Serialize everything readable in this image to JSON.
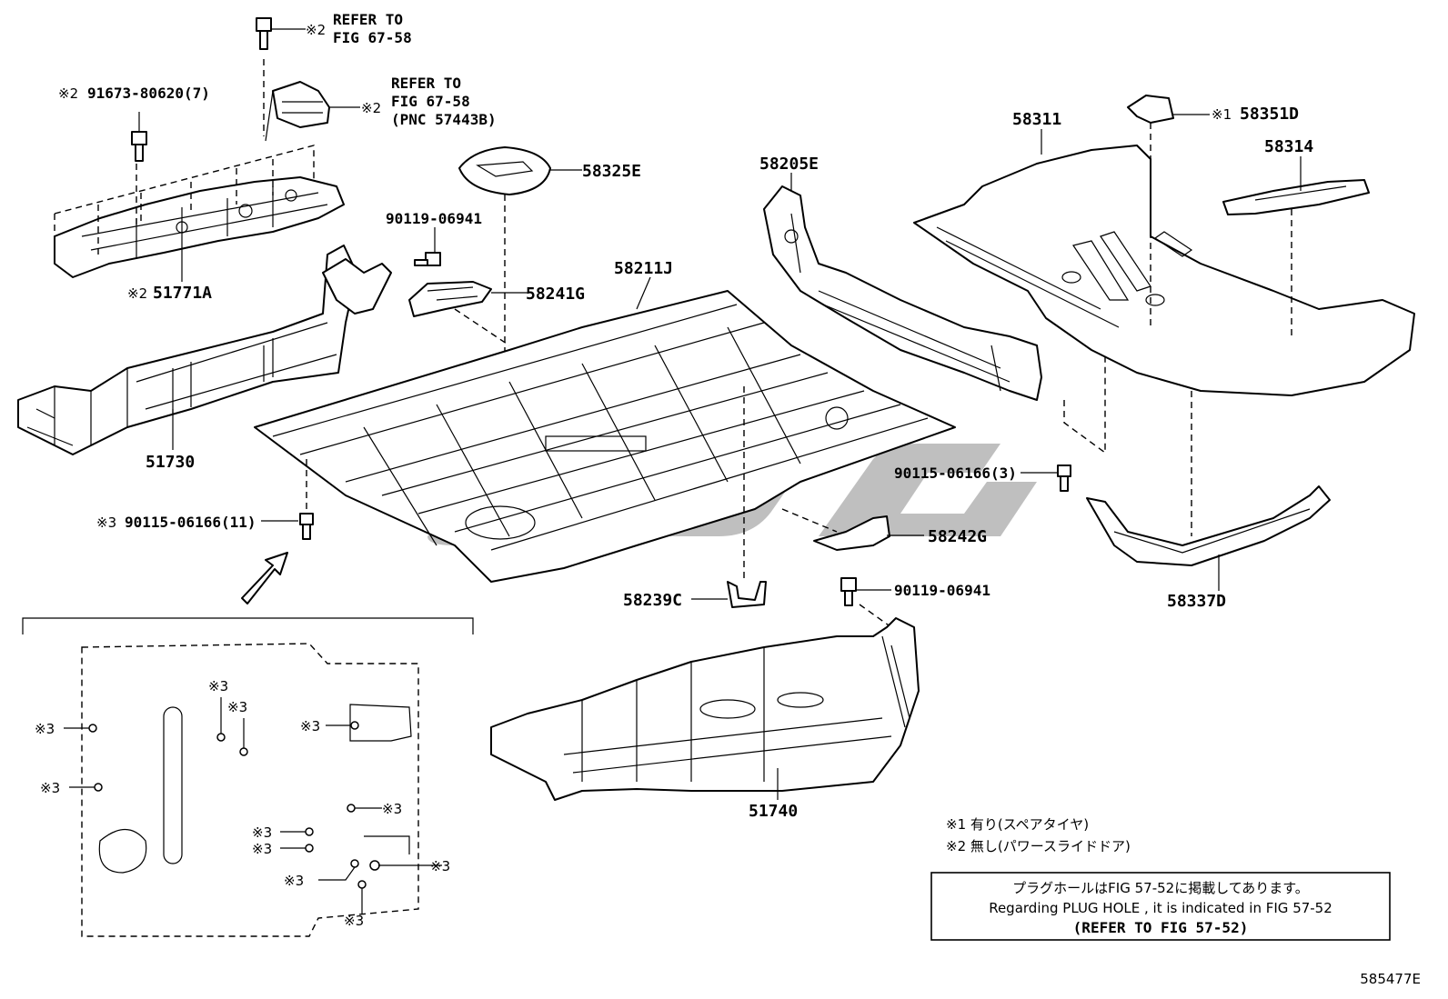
{
  "parts": {
    "p58325E": "58325E",
    "p58205E": "58205E",
    "p58311": "58311",
    "p58351D": "58351D",
    "p58314": "58314",
    "p58211J": "58211J",
    "p58241G": "58241G",
    "p90119_06941_top": "90119-06941",
    "p51771A": "51771A",
    "p91673": "91673-80620(7)",
    "p51730": "51730",
    "p90115_3": "90115-06166(3)",
    "p90115_11": "90115-06166(11)",
    "p58242G": "58242G",
    "p58239C": "58239C",
    "p90119_06941_bot": "90119-06941",
    "p51740": "51740",
    "p58337D": "58337D"
  },
  "marks": {
    "m1": "※1",
    "m2": "※2",
    "m3": "※3"
  },
  "refer": {
    "top_line1": "REFER TO",
    "top_line2": "FIG 67-58",
    "mid_line1": "REFER TO",
    "mid_line2": "FIG 67-58",
    "mid_line3": "(PNC 57443B)"
  },
  "legend": {
    "l1": "※1 有り(スペアタイヤ)",
    "l2": "※2 無し(パワースライドドア)"
  },
  "notice": {
    "jp": "プラグホールはFIG 57-52に掲載してあります。",
    "en": "Regarding  PLUG  HOLE , it is indicated in FIG  57-52",
    "ref": "(REFER  TO  FIG  57-52)"
  },
  "illustration_code": "585477E"
}
